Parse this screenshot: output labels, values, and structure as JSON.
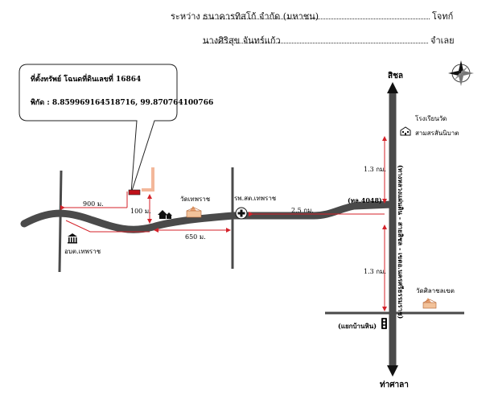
{
  "header": {
    "between_label": "ระหว่าง",
    "plaintiff_name": "ธนาคารทิสโก้ จำกัด (มหาชน)",
    "plaintiff_role": "โจทก์",
    "defendant_name": "นางศิริสุข จันทร์แก้ว",
    "defendant_role": "จำเลย"
  },
  "callout": {
    "title": "ที่ตั้งทรัพย์ โฉนดที่ดินเลขที่ 16864",
    "coordinates": "พิกัด : 8.859969164518716, 99.870764100766"
  },
  "map": {
    "north_destination": "สิชล",
    "south_destination": "ท่าศาลา",
    "highway_label": "(ทางหลวงแผ่นดิน - สายสิชล - เขตอ.นครศรีธรรมราช)",
    "junction_road": "(ทล.4048)",
    "school_line1": "โรงเรียนวัด",
    "school_line2": "สามสรสันนิบาต",
    "temple_east": "วัดศิลาชลเขต",
    "junction_south": "(แยกบ้านหิน)",
    "hospital": "รพ.สต.เทพราช",
    "temple_west": "วัดเทพราช",
    "district_office": "อบต.เทพราช",
    "dist_900": "900 ม.",
    "dist_100": "100 ม.",
    "dist_650": "650 ม.",
    "dist_2_5": "2.5 กม.",
    "dist_1_3_north": "1.3 กม.",
    "dist_1_3_south": "1.3 กม."
  },
  "colors": {
    "road": "#4a4a4a",
    "dimension": "#d4222a",
    "property": "#c0111a",
    "access_road": "#f3b79a"
  },
  "icons": [
    "compass-rose-icon",
    "house-icon",
    "temple-icon",
    "hospital-cross-icon",
    "school-icon",
    "government-building-icon",
    "traffic-light-icon"
  ]
}
